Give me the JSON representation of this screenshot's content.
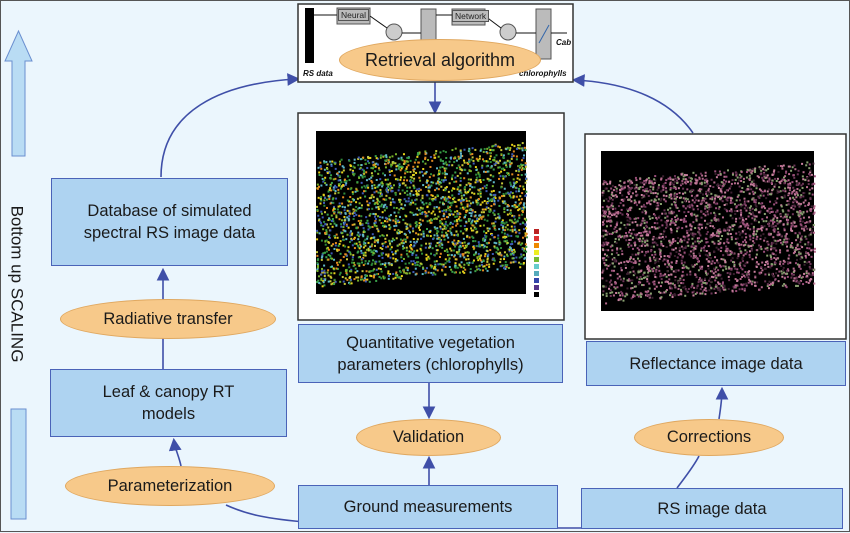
{
  "side_label": "Bottom up SCALING",
  "top_diagram": {
    "title": "Retrieval algorithm",
    "input_label": "RS data",
    "output_label": "chlorophylls",
    "output_var": "Cab",
    "block1": "Neural",
    "block2": "Network"
  },
  "boxes": {
    "database": "Database of simulated spectral RS image data",
    "leaf_canopy": "Leaf & canopy RT models",
    "quantitative": "Quantitative vegetation parameters (chlorophylls)",
    "reflectance": "Reflectance image data",
    "ground": "Ground measurements",
    "rs_image": "RS image data"
  },
  "processes": {
    "radiative": "Radiative transfer",
    "parameterization": "Parameterization",
    "validation": "Validation",
    "corrections": "Corrections"
  },
  "colors": {
    "box_fill": "#aed3f1",
    "box_border": "#4a63b8",
    "ellipse_fill": "#f7c98a",
    "arrow": "#3f4fa8",
    "background": "#ebf6fd"
  }
}
